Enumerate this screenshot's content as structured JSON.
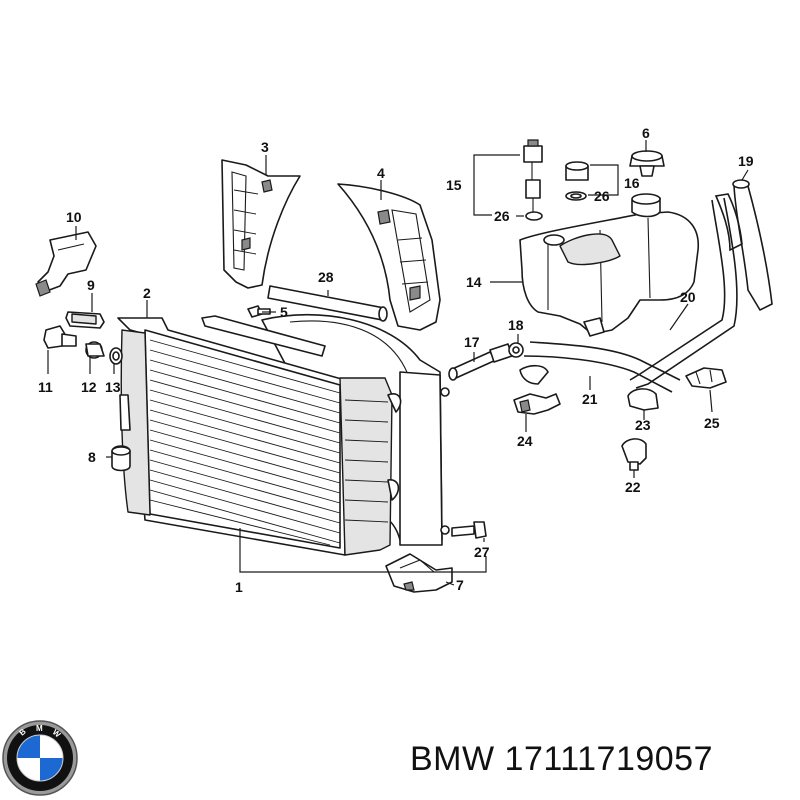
{
  "brand": {
    "logo_text": "BMW",
    "logo_colors": {
      "blue": "#1c69d4",
      "white": "#ffffff",
      "ring": "#111111",
      "rim": "#9a9a9a"
    }
  },
  "caption": {
    "text": "BMW 17111719057"
  },
  "callouts": {
    "c1": "1",
    "c2": "2",
    "c3": "3",
    "c4": "4",
    "c5": "5",
    "c6": "6",
    "c7": "7",
    "c8": "8",
    "c9": "9",
    "c10": "10",
    "c11": "11",
    "c12": "12",
    "c13": "13",
    "c14": "14",
    "c15": "15",
    "c16": "16",
    "c17": "17",
    "c18": "18",
    "c19": "19",
    "c20": "20",
    "c21": "21",
    "c22": "22",
    "c23": "23",
    "c24": "24",
    "c25": "25",
    "c26a": "26",
    "c26b": "26",
    "c27": "27",
    "c28": "28"
  }
}
